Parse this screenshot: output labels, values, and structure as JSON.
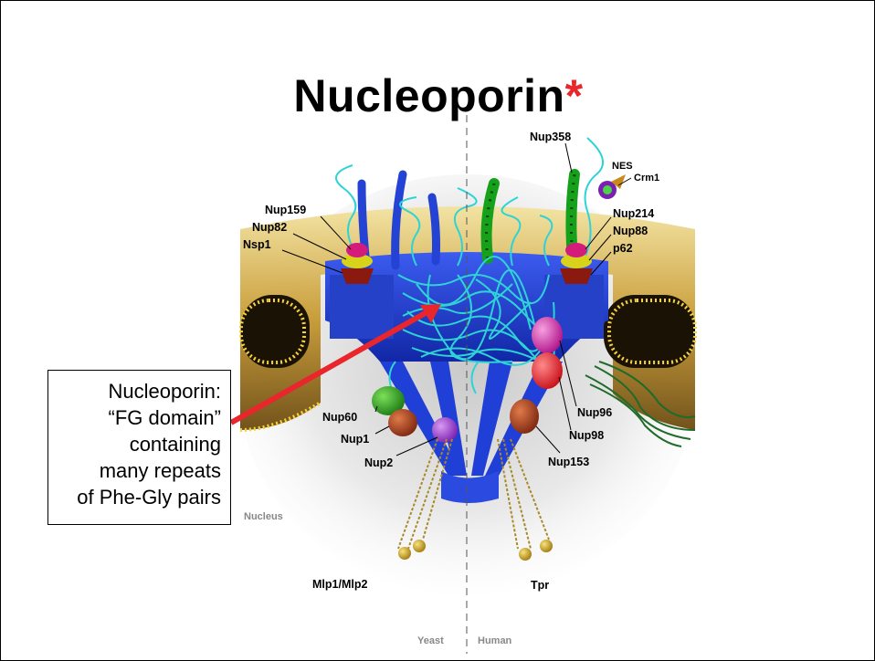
{
  "title": {
    "text": "Nucleoporin",
    "star": "*"
  },
  "callout": {
    "lines": [
      "Nucleoporin:",
      "“FG domain”",
      "containing",
      "many repeats",
      "of Phe-Gly pairs"
    ]
  },
  "labels": {
    "left": [
      "Nup159",
      "Nup82",
      "Nsp1"
    ],
    "right_top": [
      "Nup358",
      "NES",
      "Crm1",
      "Nup214",
      "Nup88",
      "p62"
    ],
    "left_bottom": [
      "Nup60",
      "Nup1",
      "Nup2"
    ],
    "right_bottom": [
      "Nup96",
      "Nup98",
      "Nup153"
    ],
    "region": [
      "Nucleus"
    ],
    "basket": [
      "Mlp1/Mlp2",
      "Tpr"
    ],
    "species": [
      "Yeast",
      "Human"
    ]
  },
  "colors": {
    "arrow": "#e8262b",
    "pore": "#1f3fd6",
    "fg_repeats": "#2ed3d6",
    "membrane": "#e8c23a",
    "title_star": "#e8262b"
  }
}
